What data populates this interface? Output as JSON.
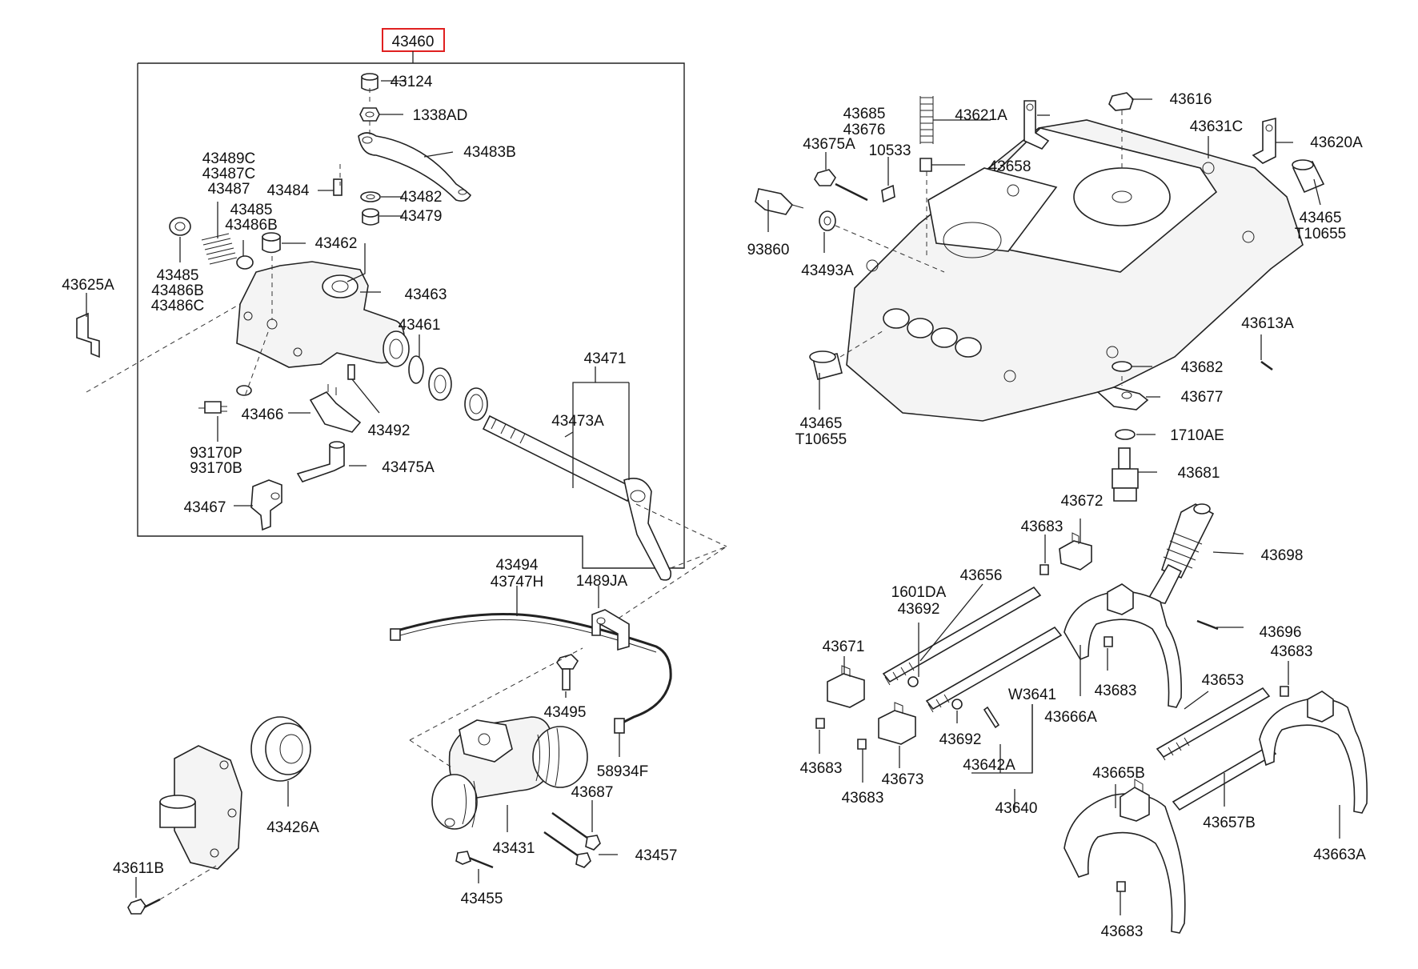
{
  "diagram": {
    "highlight_label": "43460",
    "highlight_color": "#e02020",
    "labels": [
      "43124",
      "1338AD",
      "43483B",
      "43484",
      "43482",
      "43479",
      "43489C",
      "43487C",
      "43487",
      "43485",
      "43486B",
      "43485",
      "43486B",
      "43486C",
      "43462",
      "43463",
      "43625A",
      "43461",
      "43471",
      "43473A",
      "43466",
      "43492",
      "93170P",
      "93170B",
      "43475A",
      "43467",
      "43494",
      "43747H",
      "1489JA",
      "43495",
      "58934F",
      "43426A",
      "43611B",
      "43687",
      "43431",
      "43457",
      "43455",
      "43685",
      "43676",
      "43621A",
      "43616",
      "43631C",
      "43620A",
      "43675A",
      "10533",
      "43658",
      "93860",
      "43493A",
      "43465",
      "T10655",
      "43613A",
      "43682",
      "43677",
      "1710AE",
      "43465",
      "T10655",
      "43681",
      "43672",
      "43683",
      "43698",
      "43656",
      "1601DA",
      "43692",
      "43671",
      "43696",
      "43683",
      "43683",
      "43666A",
      "W3641",
      "43653",
      "43692",
      "43642A",
      "43683",
      "43673",
      "43683",
      "43640",
      "43665B",
      "43657B",
      "43663A",
      "43683"
    ]
  }
}
